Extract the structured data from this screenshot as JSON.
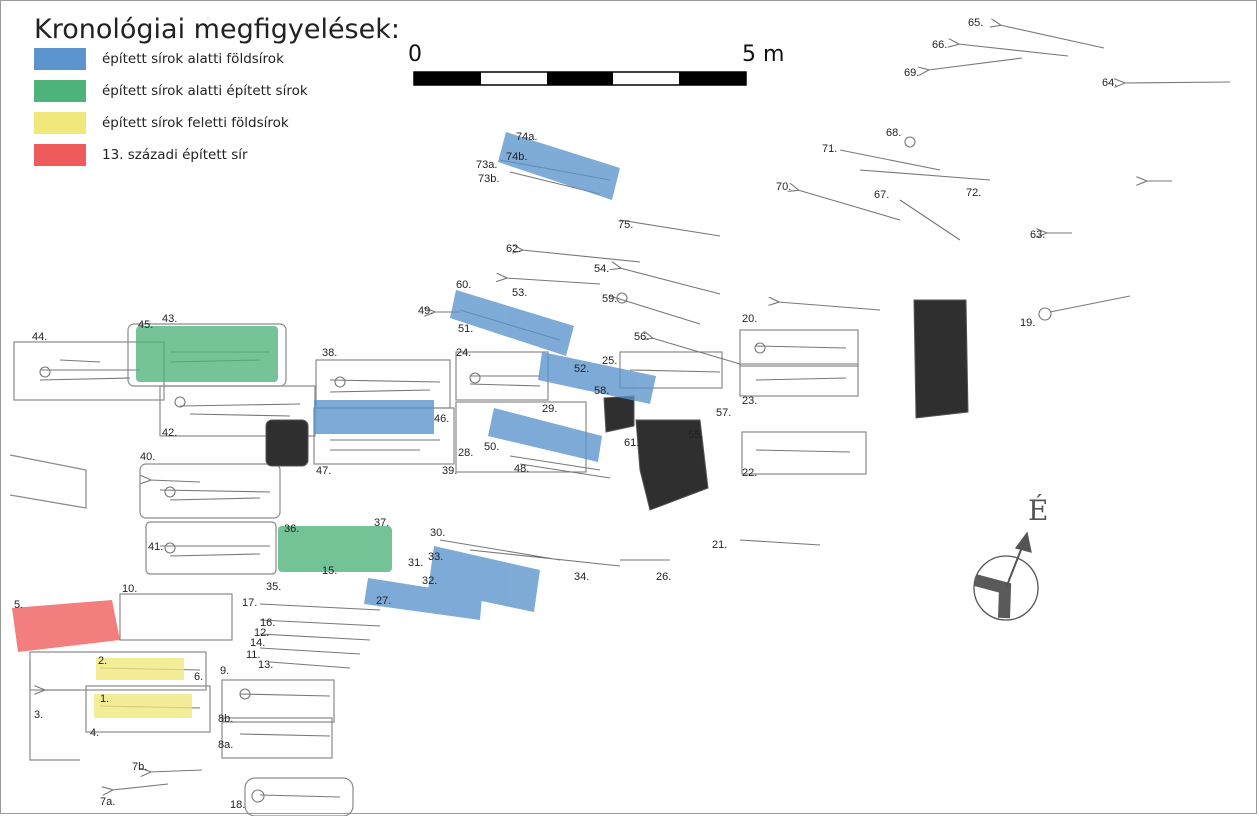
{
  "title": "Kronológiai megfigyelések:",
  "legend": [
    {
      "label": "épített sírok alatti földsírok",
      "color": "#5b93cc"
    },
    {
      "label": "épített sírok alatti épített sírok",
      "color": "#4db37a"
    },
    {
      "label": "épített sírok feletti földsírok",
      "color": "#f0e87a"
    },
    {
      "label": "13. századi épített sír",
      "color": "#ef5a5a"
    }
  ],
  "scale": {
    "start_label": "0",
    "end_label": "5 m"
  },
  "north_label": "É",
  "grave_labels": [
    "65.",
    "66.",
    "69.",
    "64.",
    "74a.",
    "74b.",
    "73a.",
    "73b.",
    "68.",
    "71.",
    "72.",
    "67.",
    "70.",
    "75.",
    "63.",
    "62.",
    "54.",
    "53.",
    "60.",
    "59.",
    "49.",
    "51.",
    "19.",
    "20.",
    "56.",
    "44.",
    "45.",
    "43.",
    "38.",
    "24.",
    "25.",
    "52.",
    "58.",
    "23.",
    "42.",
    "46.",
    "29.",
    "57.",
    "28.",
    "50.",
    "55.",
    "61.",
    "47.",
    "39.",
    "48.",
    "22.",
    "40.",
    "30.",
    "37.",
    "36.",
    "41.",
    "31.",
    "33.",
    "32.",
    "34.",
    "26.",
    "21.",
    "35.",
    "15.",
    "27.",
    "10.",
    "17.",
    "5.",
    "16.",
    "12.",
    "14.",
    "11.",
    "13.",
    "2.",
    "6.",
    "9.",
    "3.",
    "1.",
    "4.",
    "8b.",
    "8a.",
    "7b.",
    "7a.",
    "18."
  ]
}
